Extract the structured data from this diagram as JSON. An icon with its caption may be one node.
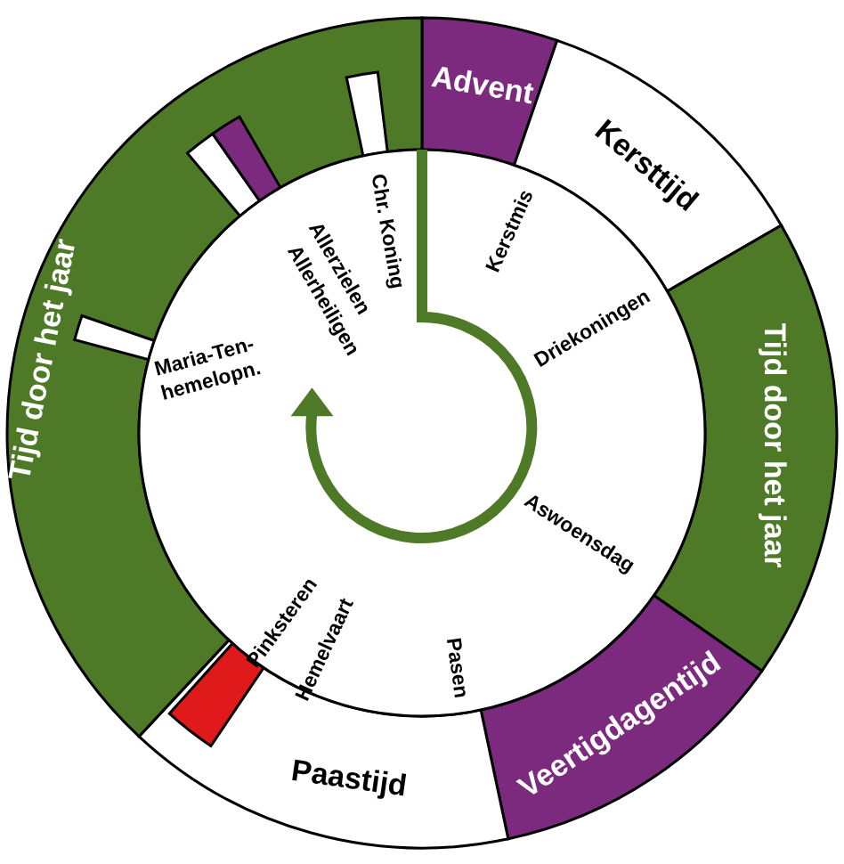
{
  "diagram": {
    "nodes": [
      {
        "text": [
          "Advent"
        ]
      },
      {
        "text": [
          "Kersttijd"
        ]
      },
      {
        "text": [
          "Tijd door het jaar"
        ]
      },
      {
        "text": [
          "Veertigdagentijd"
        ]
      },
      {
        "text": [
          "Paastijd"
        ]
      },
      {
        "text": [
          "Tijd door het jaar"
        ]
      }
    ],
    "labels": [
      "Chr. Koning",
      "Allerzielen",
      "Allerheiligen",
      "Kerstmis",
      "Driekoningen",
      "Maria-Ten-hemelopn.",
      "Aswoensdag",
      "Pinksteren",
      "Hemelvaart",
      "Pasen"
    ]
  }
}
